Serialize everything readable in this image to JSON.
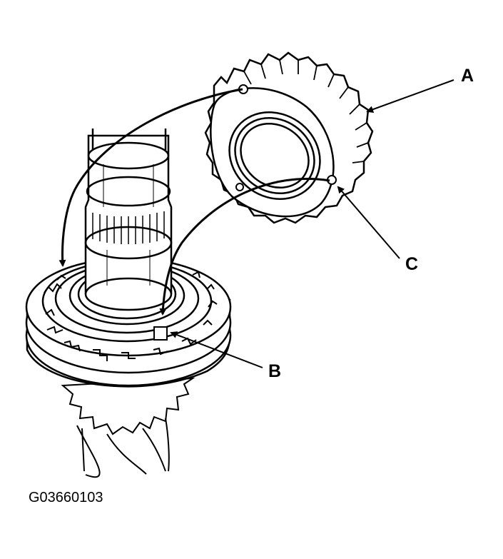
{
  "figure": {
    "callouts": {
      "a": "A",
      "b": "B",
      "c": "C"
    },
    "figure_id": "G03660103"
  }
}
